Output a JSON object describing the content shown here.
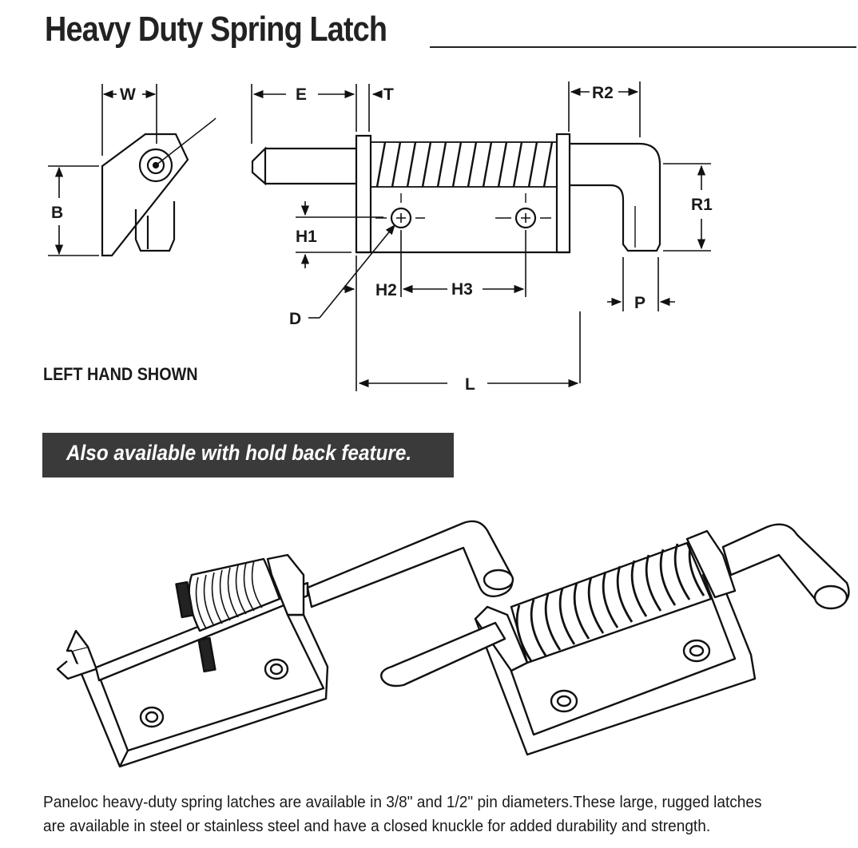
{
  "title": "Heavy Duty Spring Latch",
  "dimension_labels": {
    "w": "W",
    "b": "B",
    "e": "E",
    "t": "T",
    "r2": "R2",
    "r1": "R1",
    "h1": "H1",
    "h2": "H2",
    "h3": "H3",
    "d": "D",
    "p": "P",
    "l": "L"
  },
  "drawing_note": "LEFT HAND SHOWN",
  "banner": "Also available with hold back feature.",
  "description_lines": [
    "Paneloc heavy-duty spring latches are available in 3/8\" and 1/2\" pin diameters.These large, rugged latches",
    "are available in steel or stainless steel and have a closed knuckle for added durability and strength."
  ]
}
